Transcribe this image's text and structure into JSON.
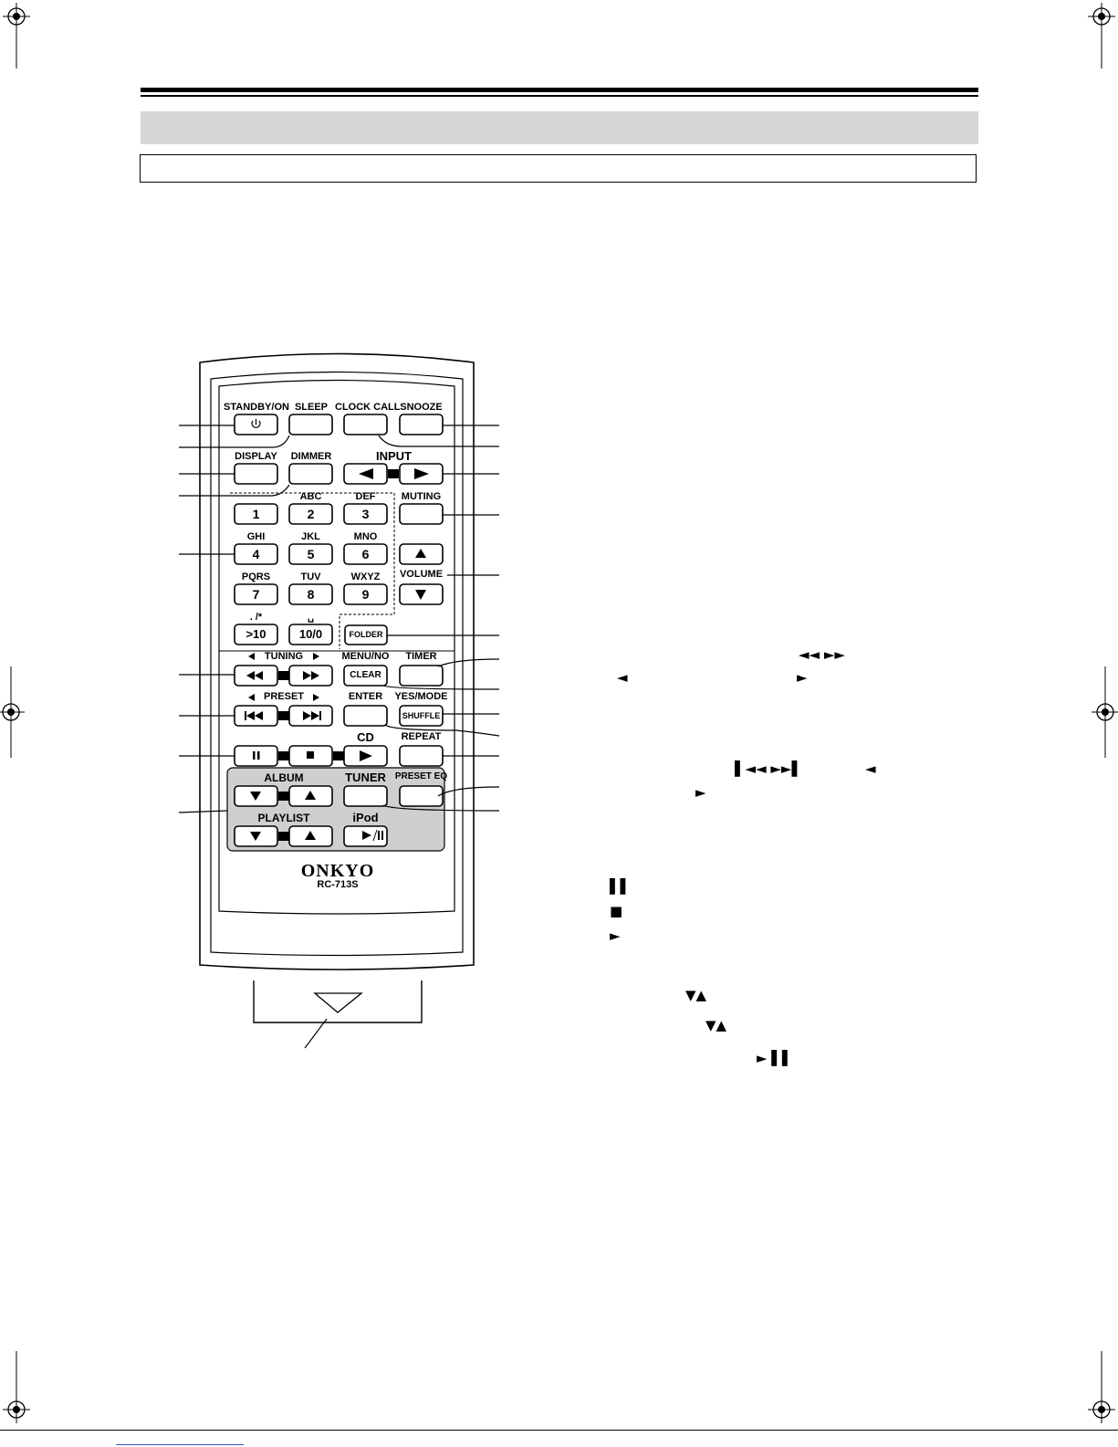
{
  "remote": {
    "brand": "ONKYO",
    "model": "RC-713S",
    "top_labels": [
      "STANDBY/ON",
      "SLEEP",
      "CLOCK CALL",
      "SNOOZE"
    ],
    "row2_labels": [
      "DISPLAY",
      "DIMMER",
      "INPUT"
    ],
    "mode_labels": [
      "MUTING",
      "VOLUME"
    ],
    "number_keys": [
      "1",
      "2",
      "3",
      "4",
      "5",
      "6",
      "7",
      "8",
      "9",
      ">10",
      "10/0"
    ],
    "letter_labels": [
      "ABC",
      "DEF",
      "GHI",
      "JKL",
      "MNO",
      "PQRS",
      "TUV",
      "WXYZ",
      ". /*",
      "␣"
    ],
    "folder_label": "FOLDER",
    "tuning_label": "◄ TUNING ►",
    "preset_label": "◄ PRESET ►",
    "menu_no_label": "MENU/NO",
    "clear_label": "CLEAR",
    "timer_label": "TIMER",
    "enter_label": "ENTER",
    "yes_mode_label": "YES/MODE",
    "shuffle_label": "SHUFFLE",
    "cd_label": "CD",
    "repeat_label": "REPEAT",
    "tuner_label": "TUNER",
    "preset_eq_label": "PRESET EQ",
    "album_label": "ALBUM",
    "playlist_label": "PLAYLIST",
    "ipod_label": "iPod",
    "play_pause_label": "►/▌▌"
  },
  "glyphs": {
    "rew_ff": "◄◄  ►►",
    "left": "◄",
    "right": "►",
    "skip": "▌◄◄  ►►▌",
    "pause": "▌▌",
    "stop": "■",
    "play": "►",
    "down_up": "▼▲",
    "play_pause": "► ▌▌"
  }
}
